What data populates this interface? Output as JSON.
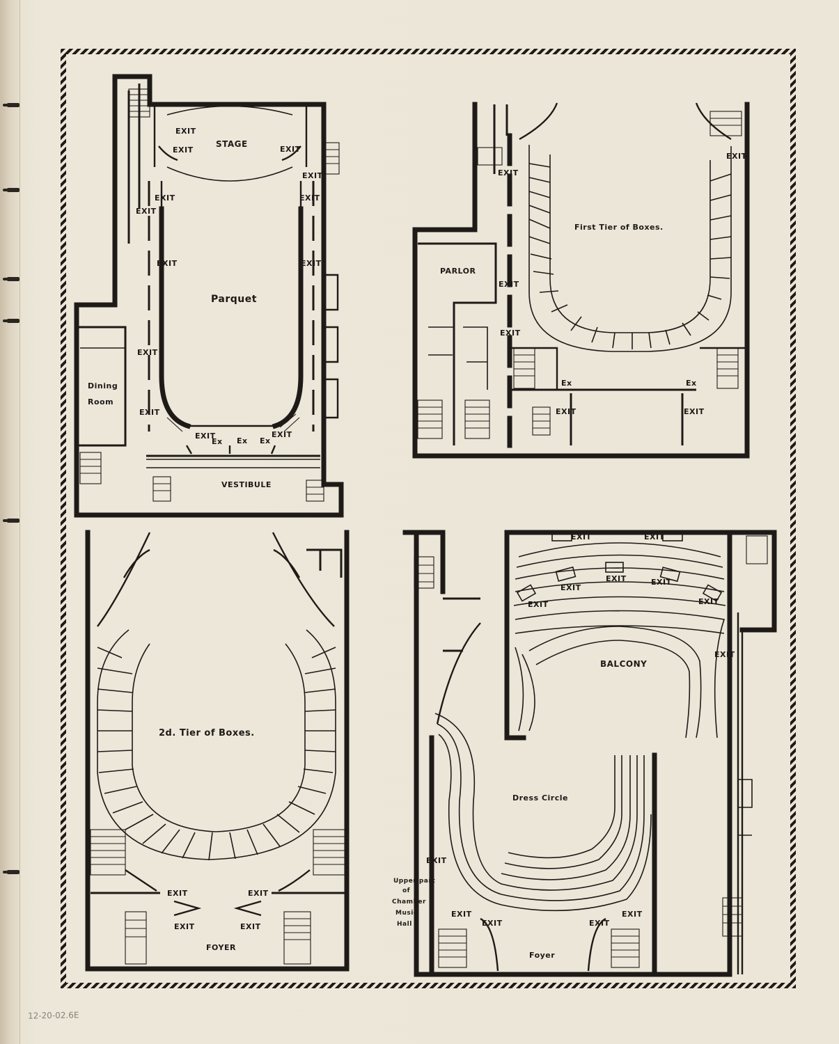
{
  "plans": [
    {
      "id": "ground",
      "labels": {
        "stage": "STAGE",
        "hall": "Parquet",
        "vestibule": "VESTIBULE",
        "dining_line1": "Dining",
        "dining_line2": "Room"
      },
      "exits": [
        "EXIT",
        "EXIT",
        "EXIT",
        "EXIT",
        "EXIT",
        "EXIT",
        "EXIT",
        "EXIT",
        "EXIT",
        "EXIT",
        "EXIT",
        "EXIT",
        "EXIT",
        "Ex",
        "Ex",
        "Ex"
      ]
    },
    {
      "id": "first-tier",
      "labels": {
        "hall": "First Tier of Boxes.",
        "parlor": "PARLOR"
      },
      "exits": [
        "EXIT",
        "EXIT",
        "EXIT",
        "EXIT",
        "Ex",
        "Ex",
        "EXIT",
        "EXIT"
      ]
    },
    {
      "id": "second-tier",
      "labels": {
        "hall": "2d. Tier of Boxes.",
        "foyer": "FOYER"
      },
      "exits": [
        "EXIT",
        "EXIT",
        "EXIT",
        "EXIT"
      ]
    },
    {
      "id": "balcony",
      "labels": {
        "balcony": "BALCONY",
        "dress_circle": "Dress Circle",
        "foyer": "Foyer",
        "chamber_line1": "Upper part",
        "chamber_line2": "of",
        "chamber_line3": "Chamber",
        "chamber_line4": "Music",
        "chamber_line5": "Hall"
      },
      "exits": [
        "EXIT",
        "EXIT",
        "EXIT",
        "EXIT",
        "EXIT",
        "EXIT",
        "EXIT",
        "EXIT",
        "EXIT",
        "EXIT",
        "EXIT",
        "EXIT",
        "EXIT"
      ]
    }
  ],
  "catalog_note": "12-20-02.6E",
  "colors": {
    "ink": "#1d1a17",
    "paper": "#ece6d8"
  }
}
